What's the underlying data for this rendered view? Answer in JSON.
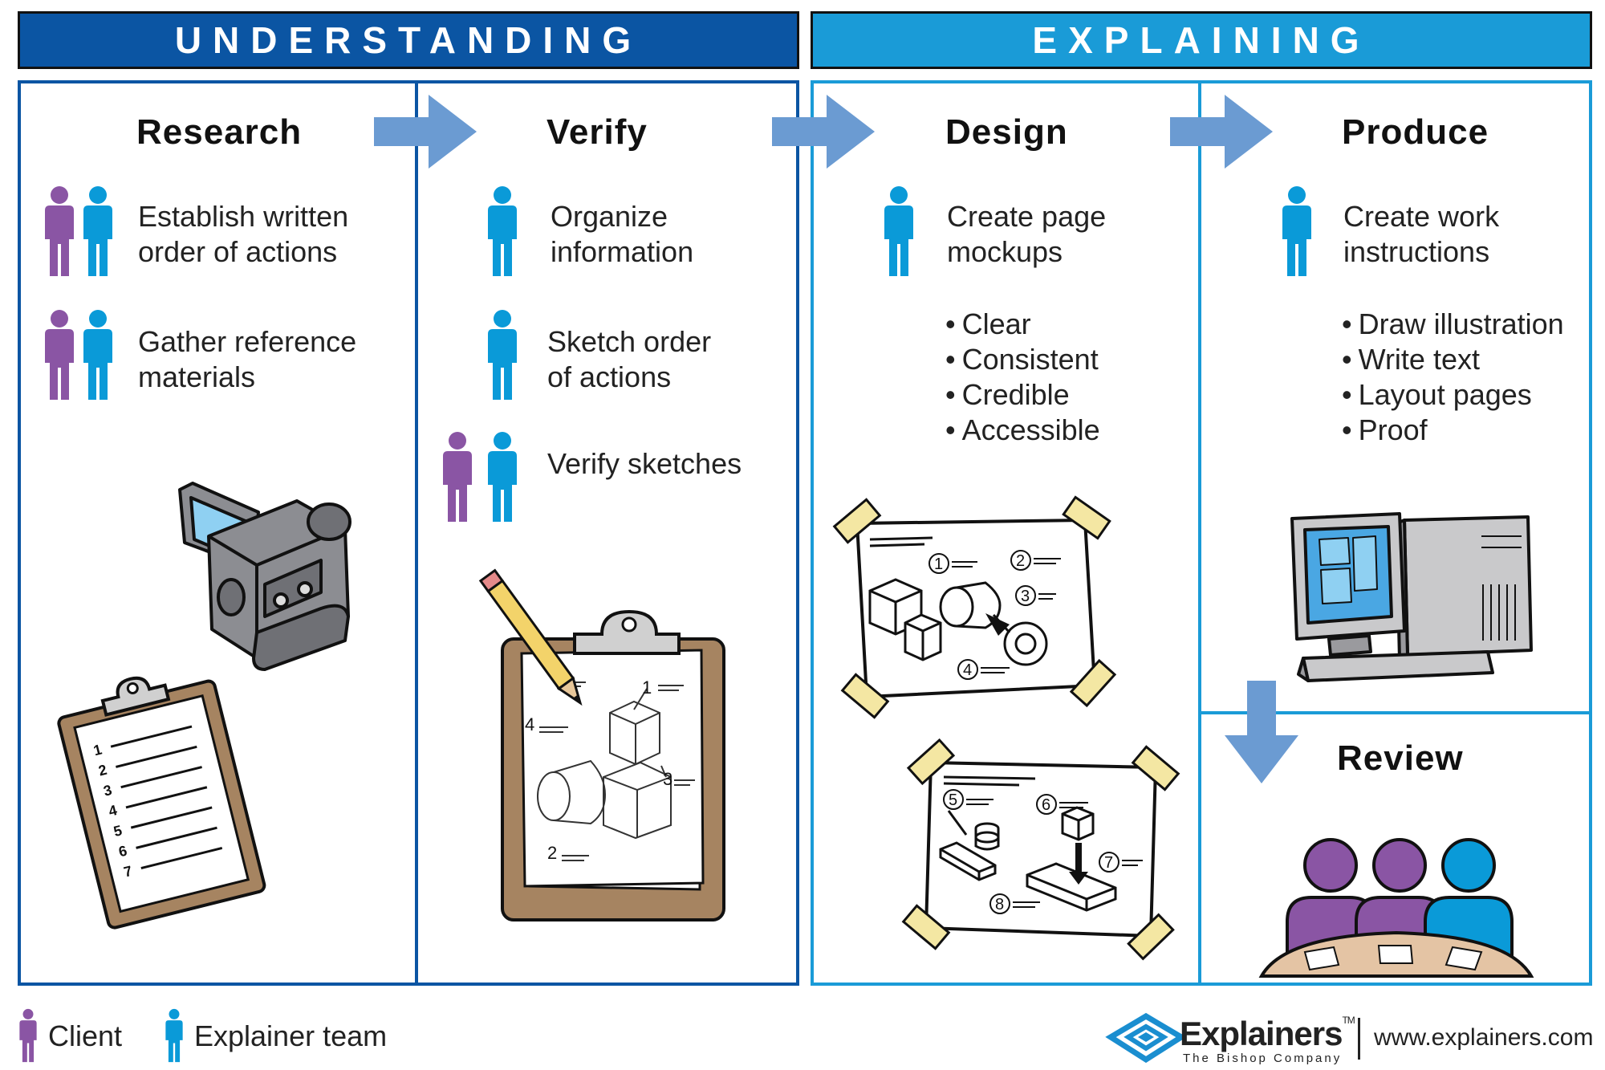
{
  "phases": {
    "understanding": "UNDERSTANDING",
    "explaining": "EXPLAINING"
  },
  "colors": {
    "understanding": "#0b55a3",
    "explaining": "#1a9bd7",
    "arrow": "#6b9bd2",
    "client": "#8a55a4",
    "explainer": "#0a9ad8"
  },
  "steps": {
    "research": {
      "title": "Research",
      "items": [
        {
          "line1": "Establish written",
          "line2": "order of actions",
          "people": [
            "client",
            "explainer"
          ]
        },
        {
          "line1": "Gather reference",
          "line2": "materials",
          "people": [
            "client",
            "explainer"
          ]
        }
      ],
      "icons": [
        "video-camera-icon",
        "clipboard-list-icon"
      ],
      "list_numbers": [
        "1",
        "2",
        "3",
        "4",
        "5",
        "6",
        "7"
      ]
    },
    "verify": {
      "title": "Verify",
      "items": [
        {
          "line1": "Organize",
          "line2": "information",
          "people": [
            "explainer"
          ]
        },
        {
          "line1": "Sketch order",
          "line2": "of actions",
          "people": [
            "explainer"
          ]
        },
        {
          "line1": "Verify sketches",
          "line2": "",
          "people": [
            "client",
            "explainer"
          ]
        }
      ],
      "sketch_numbers": [
        "1",
        "2",
        "3",
        "4"
      ]
    },
    "design": {
      "title": "Design",
      "items": [
        {
          "line1": "Create page",
          "line2": "mockups",
          "people": [
            "explainer"
          ]
        }
      ],
      "bullets": [
        "Clear",
        "Consistent",
        "Credible",
        "Accessible"
      ],
      "mockup1_numbers": [
        "1",
        "2",
        "3",
        "4"
      ],
      "mockup2_numbers": [
        "5",
        "6",
        "7",
        "8"
      ]
    },
    "produce": {
      "title": "Produce",
      "items": [
        {
          "line1": "Create work",
          "line2": "instructions",
          "people": [
            "explainer"
          ]
        }
      ],
      "bullets": [
        "Draw illustration",
        "Write text",
        "Layout pages",
        "Proof"
      ]
    },
    "review": {
      "title": "Review",
      "people": [
        "client",
        "client",
        "explainer"
      ]
    }
  },
  "legend": {
    "client": "Client",
    "explainer": "Explainer team"
  },
  "footer": {
    "brand": "Explainers",
    "tm": "TM",
    "tagline": "The Bishop Company",
    "url": "www.explainers.com"
  }
}
